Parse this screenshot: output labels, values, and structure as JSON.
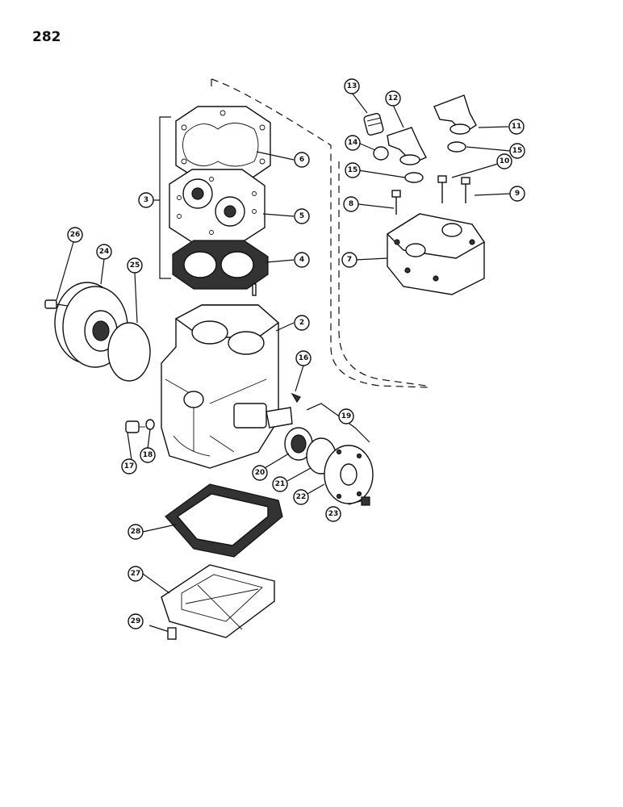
{
  "page": {
    "number": "282"
  },
  "callouts": [
    {
      "id": "c2",
      "label": "2"
    },
    {
      "id": "c3",
      "label": "3"
    },
    {
      "id": "c4",
      "label": "4"
    },
    {
      "id": "c5",
      "label": "5"
    },
    {
      "id": "c6",
      "label": "6"
    },
    {
      "id": "c7",
      "label": "7"
    },
    {
      "id": "c8",
      "label": "8"
    },
    {
      "id": "c9",
      "label": "9"
    },
    {
      "id": "c10",
      "label": "10"
    },
    {
      "id": "c11",
      "label": "11"
    },
    {
      "id": "c12",
      "label": "12"
    },
    {
      "id": "c13",
      "label": "13"
    },
    {
      "id": "c14",
      "label": "14"
    },
    {
      "id": "c15a",
      "label": "15"
    },
    {
      "id": "c15b",
      "label": "15"
    },
    {
      "id": "c16",
      "label": "16"
    },
    {
      "id": "c17",
      "label": "17"
    },
    {
      "id": "c18",
      "label": "18"
    },
    {
      "id": "c19",
      "label": "19"
    },
    {
      "id": "c20",
      "label": "20"
    },
    {
      "id": "c21",
      "label": "21"
    },
    {
      "id": "c22",
      "label": "22"
    },
    {
      "id": "c23",
      "label": "23"
    },
    {
      "id": "c24",
      "label": "24"
    },
    {
      "id": "c25",
      "label": "25"
    },
    {
      "id": "c26",
      "label": "26"
    },
    {
      "id": "c27",
      "label": "27"
    },
    {
      "id": "c28",
      "label": "28"
    },
    {
      "id": "c29",
      "label": "29"
    }
  ]
}
